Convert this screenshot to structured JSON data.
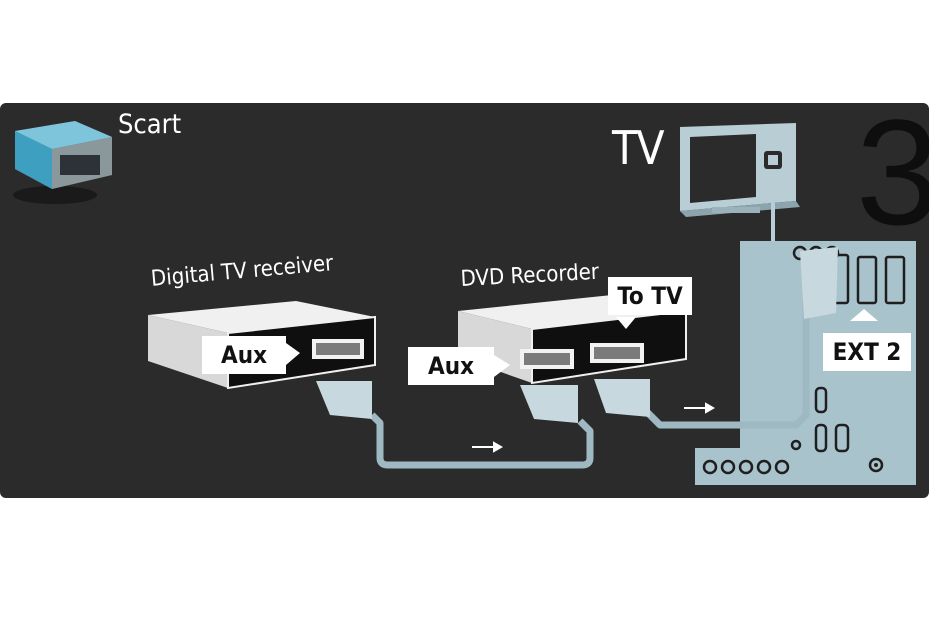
{
  "connector": {
    "title": "Scart"
  },
  "step_number": "3",
  "tv": {
    "label": "TV",
    "port_label": "EXT 2"
  },
  "digital_receiver": {
    "label": "Digital TV receiver",
    "port_label": "Aux"
  },
  "dvd_recorder": {
    "label": "DVD Recorder",
    "in_port_label": "Aux",
    "out_port_label": "To TV"
  },
  "colors": {
    "panel": "#2b2b2c",
    "tv_back": "#a9c3cc",
    "cable": "#9fb9c3",
    "tag": "#ffffff"
  }
}
